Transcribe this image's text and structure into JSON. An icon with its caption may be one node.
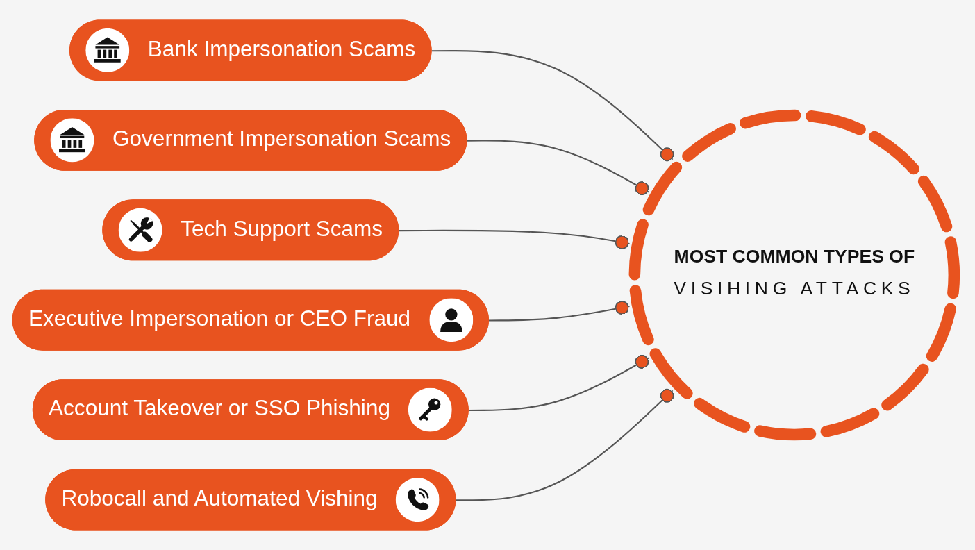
{
  "diagram": {
    "nodes": [
      {
        "text": [
          "Bank Impersonation Scams"
        ]
      },
      {
        "text": [
          "Government Impersonation Scams"
        ]
      },
      {
        "text": [
          "Tech Support Scams"
        ]
      },
      {
        "text": [
          "MOST COMMON TYPES OF",
          "VISIHING ATTACKS"
        ]
      },
      {
        "text": [
          "Executive Impersonation or CEO Fraud"
        ]
      },
      {
        "text": [
          "Account Takeover or SSO Phishing"
        ]
      },
      {
        "text": [
          "Robocall and Automated Vishing"
        ]
      }
    ],
    "edges": [
      {
        "from": 0,
        "to": 3,
        "arrow": "other"
      },
      {
        "from": 1,
        "to": 3,
        "arrow": "other"
      },
      {
        "from": 2,
        "to": 3,
        "arrow": "other"
      },
      {
        "from": 4,
        "to": 3,
        "arrow": "other"
      },
      {
        "from": 5,
        "to": 3,
        "arrow": "other"
      },
      {
        "from": 6,
        "to": 3,
        "arrow": "other"
      }
    ]
  }
}
